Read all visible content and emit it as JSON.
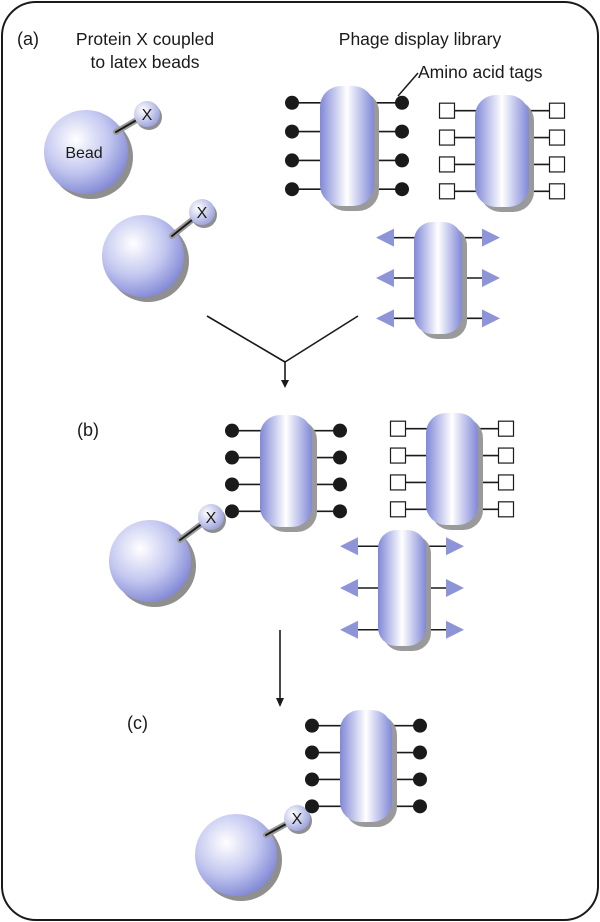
{
  "panels": {
    "a": "(a)",
    "b": "(b)",
    "c": "(c)"
  },
  "headers": {
    "protein_line1": "Protein X coupled",
    "protein_line2": "to latex beads",
    "library": "Phage display library",
    "tags": "Amino acid tags"
  },
  "bead_label": "Bead",
  "protein_label": "X",
  "colors": {
    "border": "#1a1a1a",
    "bead_light": "#ffffff",
    "bead_dark": "#7f86d4",
    "phage_body": "#8088d8",
    "triangle": "#8d94d8",
    "shadow": "#8f8f8f",
    "ink": "#1a1a1a"
  }
}
